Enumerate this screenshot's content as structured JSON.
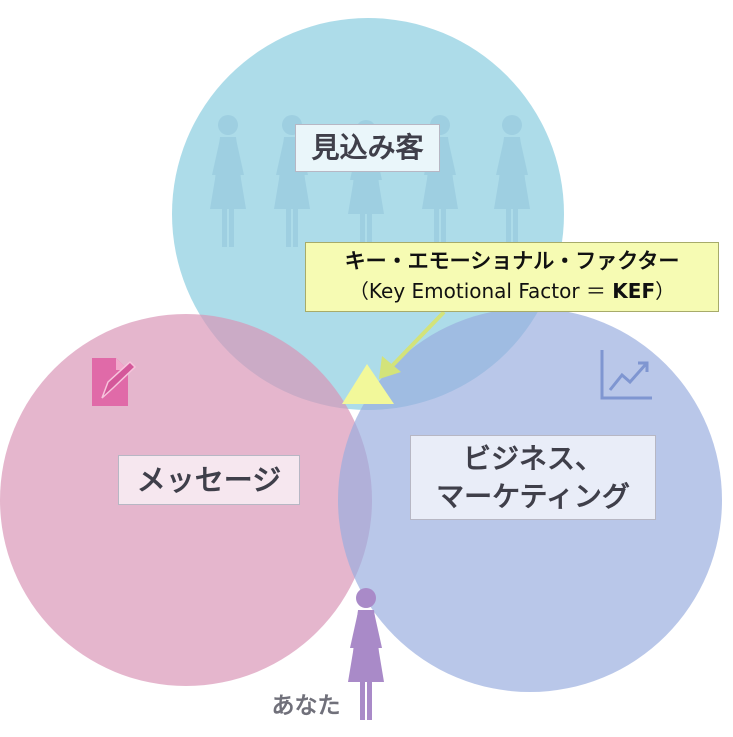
{
  "circles": {
    "prospects": {
      "label": "見込み客",
      "color": "#8ecfe0"
    },
    "message": {
      "label": "メッセージ",
      "color": "#d993b6"
    },
    "business": {
      "label_line1": "ビジネス、",
      "label_line2": "マーケティング",
      "color": "#98addf"
    }
  },
  "callout": {
    "title": "キー・エモーショナル・ファクター",
    "subtitle_prefix": "（Key Emotional Factor ＝ ",
    "subtitle_bold": "KEF",
    "subtitle_suffix": "）",
    "background": "#f6fbb3",
    "arrow_color": "#d3e37a"
  },
  "center_marker": {
    "color": "#f2f89a"
  },
  "you": {
    "label": "あなた",
    "figure_color": "#a98ac8"
  },
  "icons": {
    "prospects": "people-icon",
    "message": "document-edit-icon",
    "business": "trend-chart-icon"
  }
}
